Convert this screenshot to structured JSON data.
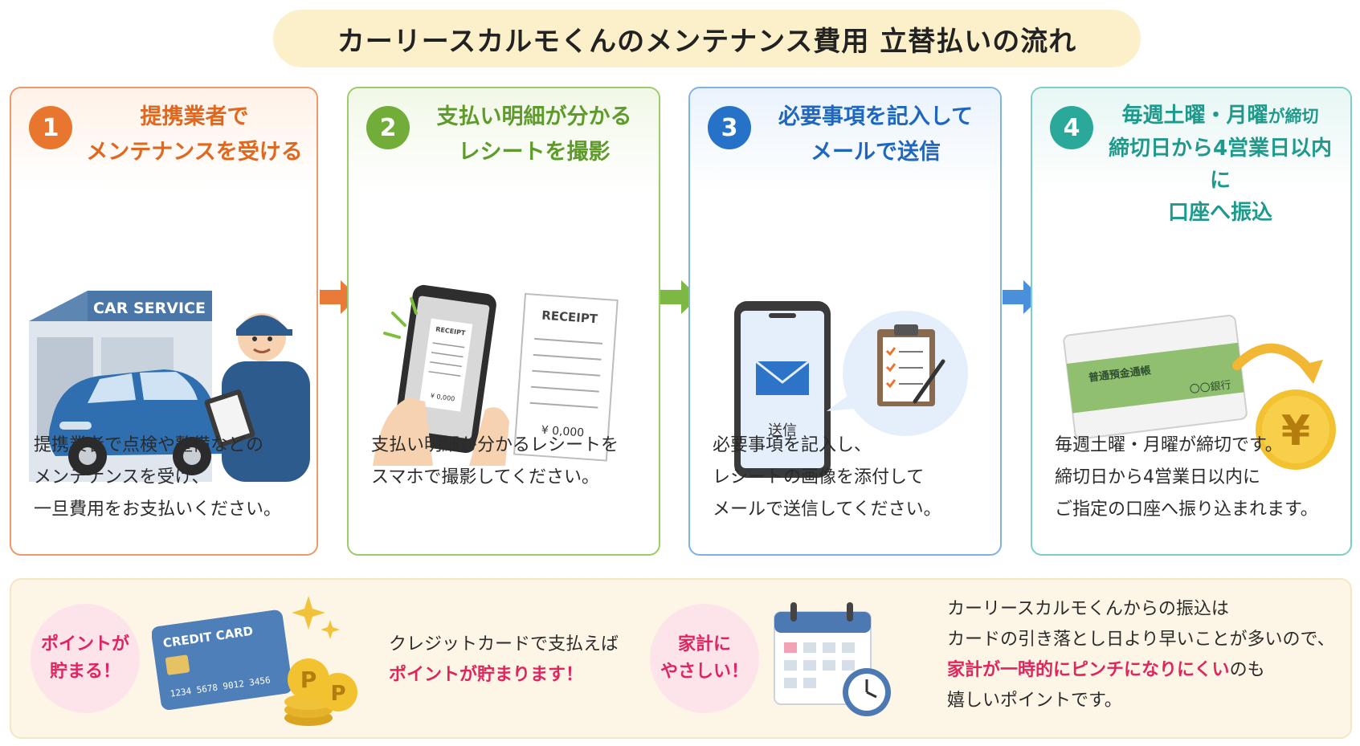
{
  "title": "カーリースカルモくんのメンテナンス費用 立替払いの流れ",
  "steps": [
    {
      "number": "1",
      "heading_lines": [
        "提携業者で",
        "メンテナンスを受ける"
      ],
      "sign_text": "CAR SERVICE",
      "body_lines": [
        "提携業者で点検や整備などの",
        "メンテナンスを受け、",
        "一旦費用をお支払いください。"
      ],
      "color": "#e8762f"
    },
    {
      "number": "2",
      "heading_lines": [
        "支払い明細が分かる",
        "レシートを撮影"
      ],
      "receipt_title": "RECEIPT",
      "receipt_amount": "¥ 0,000",
      "phone_receipt_title": "RECEIPT",
      "phone_receipt_amount": "¥ 0,000",
      "body_lines": [
        "支払い明細が分かるレシートを",
        "スマホで撮影してください。"
      ],
      "color": "#72ad3a"
    },
    {
      "number": "3",
      "heading_lines": [
        "必要事項を記入して",
        "メールで送信"
      ],
      "phone_label": "送信",
      "body_lines": [
        "必要事項を記入し、",
        "レシートの画像を添付して",
        "メールで送信してください。"
      ],
      "color": "#2572c8"
    },
    {
      "number": "4",
      "heading_line1_main": "毎週土曜・月曜",
      "heading_line1_small": "が締切",
      "heading_lines_rest": [
        "締切日から4営業日以内に",
        "口座へ振込"
      ],
      "passbook_title": "普通預金通帳",
      "passbook_bank": "〇〇銀行",
      "yen_symbol": "¥",
      "body_lines": [
        "毎週土曜・月曜が締切です。",
        "締切日から4営業日以内に",
        "ご指定の口座へ振り込まれます。"
      ],
      "color": "#2aa99b"
    }
  ],
  "bottom": {
    "point_badge_lines": [
      "ポイントが",
      "貯まる！"
    ],
    "card_label": "CREDIT CARD",
    "card_number": "1234  5678  9012  3456",
    "coin_letter": "P",
    "point_text_line1": "クレジットカードで支払えば",
    "point_text_line2": "ポイントが貯まります！",
    "budget_badge_lines": [
      "家計に",
      "やさしい！"
    ],
    "budget_text_line1": "カーリースカルモくんからの振込は",
    "budget_text_line2": "カードの引き落とし日より早いことが多いので、",
    "budget_text_line3_pink": "家計が一時的にピンチになりにくい",
    "budget_text_line3_rest": "のも",
    "budget_text_line4": "嬉しいポイントです。"
  }
}
